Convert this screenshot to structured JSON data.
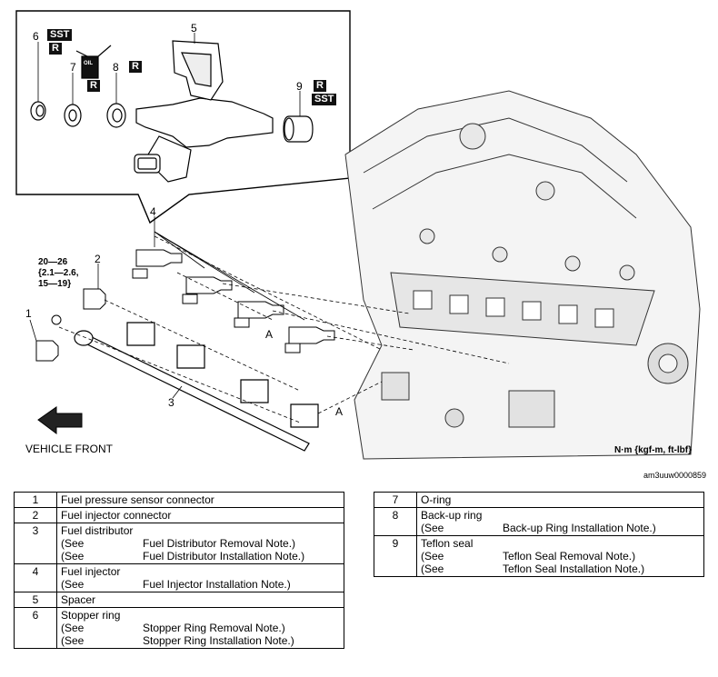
{
  "callouts": {
    "n1": "1",
    "n2": "2",
    "n3": "3",
    "n4": "4",
    "n5": "5",
    "n6": "6",
    "n7": "7",
    "n8": "8",
    "n9": "9",
    "a1": "A",
    "a2": "A"
  },
  "tags": {
    "sst6": "SST",
    "r6": "R",
    "oil": "OIL",
    "r7": "R",
    "r8": "R",
    "r9": "R",
    "sst9": "SST"
  },
  "torque": {
    "line1": "20—26",
    "line2": "{2.1—2.6,",
    "line3": "15—19}"
  },
  "vehicle_front": "VEHICLE FRONT",
  "units": "N·m {kgf-m, ft-lbf}",
  "figure_code": "am3uuw0000859",
  "legend_left": [
    {
      "num": "1",
      "name": "Fuel pressure sensor connector",
      "notes": []
    },
    {
      "num": "2",
      "name": "Fuel injector connector",
      "notes": []
    },
    {
      "num": "3",
      "name": "Fuel distributor",
      "notes": [
        {
          "see": "(See",
          "text": "Fuel Distributor Removal Note.)"
        },
        {
          "see": "(See",
          "text": "Fuel Distributor Installation Note.)"
        }
      ]
    },
    {
      "num": "4",
      "name": "Fuel injector",
      "notes": [
        {
          "see": "(See",
          "text": "Fuel Injector Installation Note.)"
        }
      ]
    },
    {
      "num": "5",
      "name": "Spacer",
      "notes": []
    },
    {
      "num": "6",
      "name": "Stopper ring",
      "notes": [
        {
          "see": "(See",
          "text": "Stopper Ring Removal Note.)"
        },
        {
          "see": "(See",
          "text": "Stopper Ring Installation Note.)"
        }
      ]
    }
  ],
  "legend_right": [
    {
      "num": "7",
      "name": "O-ring",
      "notes": []
    },
    {
      "num": "8",
      "name": "Back-up ring",
      "notes": [
        {
          "see": "(See",
          "text": "Back-up Ring Installation Note.)"
        }
      ]
    },
    {
      "num": "9",
      "name": "Teflon seal",
      "notes": [
        {
          "see": "(See",
          "text": "Teflon Seal Removal Note.)"
        },
        {
          "see": "(See",
          "text": "Teflon Seal Installation Note.)"
        }
      ]
    }
  ]
}
